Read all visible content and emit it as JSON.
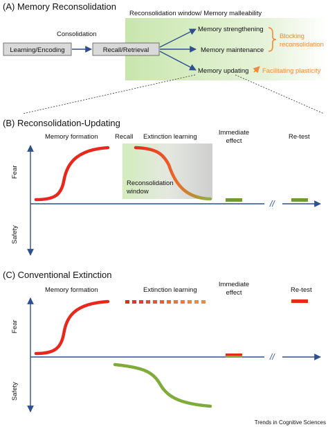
{
  "panelA": {
    "title": "(A) Memory Reconsolidation",
    "window_label": "Reconsolidation window/ Memory malleability",
    "consolidation_label": "Consolidation",
    "box_learning": "Learning/Encoding",
    "box_recall": "Recall/Retrieval",
    "outcome_strengthening": "Memory strengthening",
    "outcome_maintenance": "Memory maintenance",
    "outcome_updating": "Memory updating",
    "blocking_line1": "Blocking",
    "blocking_line2": "reconsolidation",
    "facilitating": "Facilitating plasticity"
  },
  "panelB": {
    "title": "(B) Reconsolidation-Updating",
    "col_formation": "Memory formation",
    "col_recall": "Recall",
    "col_extinction": "Extinction learning",
    "col_immediate_line1": "Immediate",
    "col_immediate_line2": "effect",
    "col_retest": "Re-test",
    "y_fear": "Fear",
    "y_safety": "Safety",
    "window_line1": "Reconsolidation",
    "window_line2": "window",
    "break_mark": "//"
  },
  "panelC": {
    "title": "(C) Conventional Extinction",
    "col_formation": "Memory formation",
    "col_extinction": "Extinction learning",
    "col_immediate_line1": "Immediate",
    "col_immediate_line2": "effect",
    "col_retest": "Re-test",
    "y_fear": "Fear",
    "y_safety": "Safety",
    "break_mark": "//"
  },
  "footer": "Trends in Cognitive Sciences",
  "colors": {
    "arrow_blue": "#2f4f8f",
    "fear_red": "#e8281c",
    "orange": "#f08a3c",
    "green": "#7fab3b",
    "window_green": "#cfe9b5",
    "box_grey": "#d9d9d9"
  }
}
